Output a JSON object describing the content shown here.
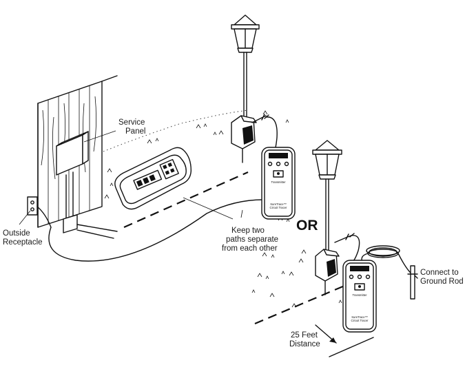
{
  "labels": {
    "service_panel": [
      "Service",
      "Panel"
    ],
    "outside_receptacle": [
      "Outside",
      "Receptacle"
    ],
    "keep_paths": [
      "Keep two",
      "paths separate",
      "from each other"
    ],
    "or": "OR",
    "connect_ground": [
      "Connect to",
      "Ground Rod"
    ],
    "distance": [
      "25 Feet",
      "Distance"
    ]
  },
  "device": {
    "transmitter_label": "Transmitter",
    "brand_line1": "SureTrace™",
    "brand_line2": "Circuit Tracer"
  }
}
